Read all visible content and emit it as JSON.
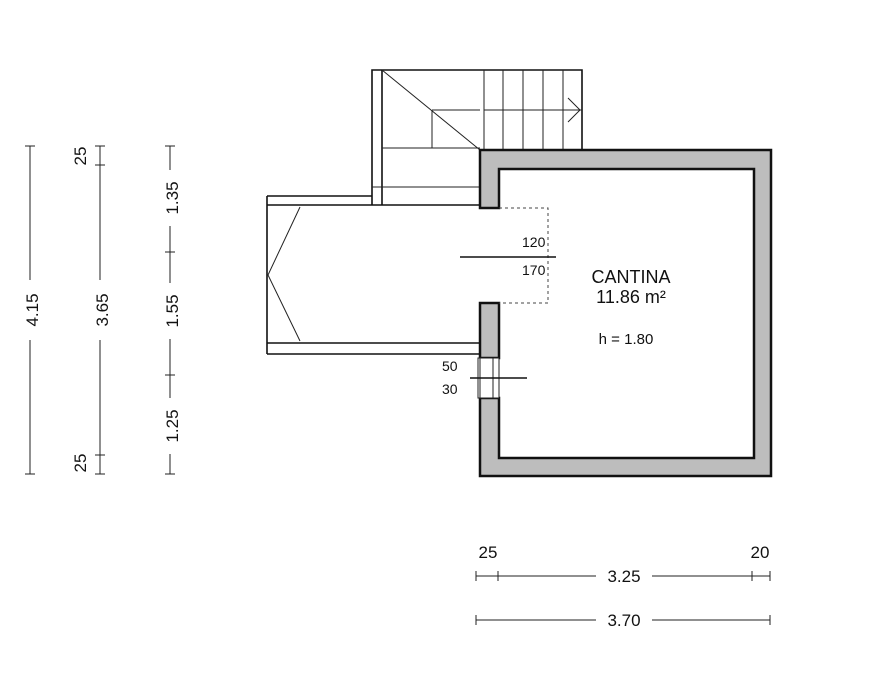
{
  "room": {
    "name": "CANTINA",
    "area": "11.86 m²",
    "height": "h = 1.80"
  },
  "openings": {
    "window_width": "120",
    "window_height": "170",
    "door_width": "50",
    "door_height": "30"
  },
  "vertical_dims": {
    "total": "4.15",
    "col2_top": "25",
    "col2_mid": "3.65",
    "col2_bottom": "25",
    "col3_top": "1.35",
    "col3_mid": "1.55",
    "col3_bottom": "1.25"
  },
  "horizontal_dims": {
    "left_wall": "25",
    "right_wall": "20",
    "inner": "3.25",
    "total": "3.70"
  }
}
